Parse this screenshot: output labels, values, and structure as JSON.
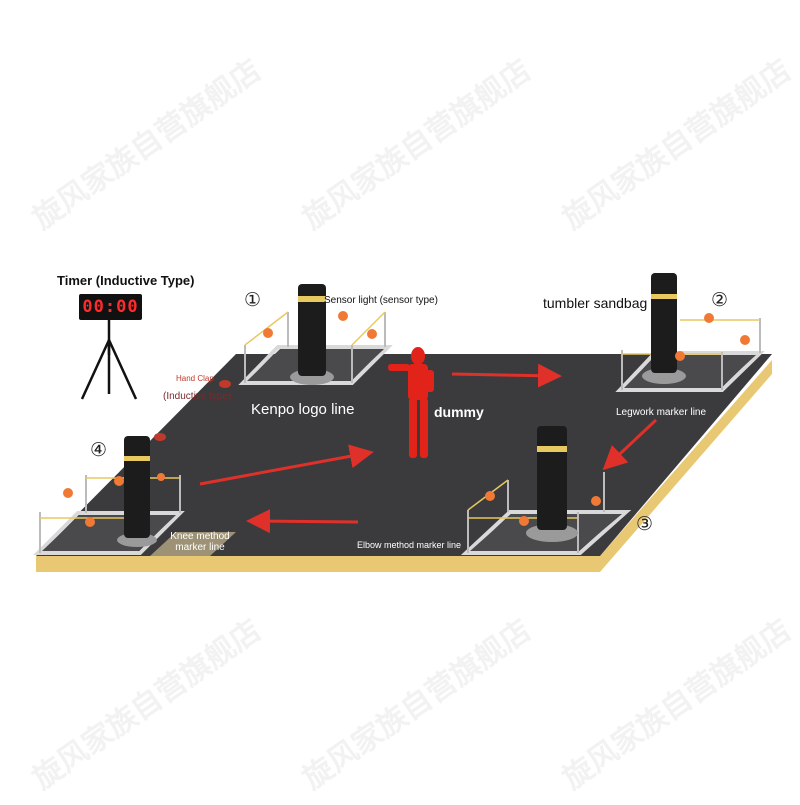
{
  "labels": {
    "timer_title": "Timer (Inductive Type)",
    "timer_display": "00:00",
    "station_1": "①",
    "station_2": "②",
    "station_3": "③",
    "station_4": "④",
    "sensor_light": "Sensor light (sensor type)",
    "tumbler_sandbag": "tumbler sandbag",
    "hand_clap": "Hand Clap",
    "inductive_type": "(Inductive type)",
    "kenpo_logo_line": "Kenpo logo line",
    "dummy": "dummy",
    "legwork_marker_line": "Legwork marker line",
    "knee_method_marker_line": "Knee method marker line",
    "elbow_method_marker_line": "Elbow method marker line"
  },
  "colors": {
    "floor": "#3b3b3d",
    "floor_edge": "#e9c873",
    "arrow": "#e0302a",
    "dummy": "#e2231a",
    "timer_digits": "#ff2a2a",
    "sensor_dot": "#f07a35",
    "pillar": "#1c1c1c",
    "pillar_band": "#e8c860"
  },
  "watermark": "旋风家族自营旗舰店"
}
